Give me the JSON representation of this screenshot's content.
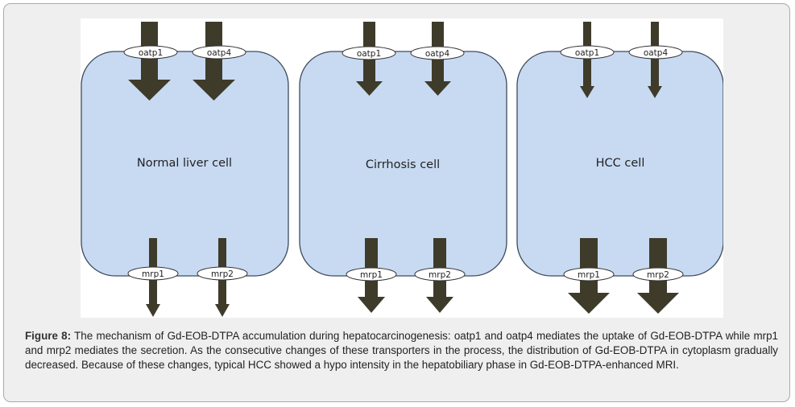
{
  "figure": {
    "cells": [
      {
        "name": "Normal liver cell",
        "transporters": {
          "in": [
            "oatp1",
            "oatp4"
          ],
          "out": [
            "mrp1",
            "mrp2"
          ]
        },
        "arrow_size": {
          "in": "large",
          "out": "small"
        }
      },
      {
        "name": "Cirrhosis cell",
        "transporters": {
          "in": [
            "oatp1",
            "oatp4"
          ],
          "out": [
            "mrp1",
            "mrp2"
          ]
        },
        "arrow_size": {
          "in": "medium",
          "out": "medium"
        }
      },
      {
        "name": "HCC cell",
        "transporters": {
          "in": [
            "oatp1",
            "oatp4"
          ],
          "out": [
            "mrp1",
            "mrp2"
          ]
        },
        "arrow_size": {
          "in": "small",
          "out": "large"
        }
      }
    ],
    "colors": {
      "cell_fill": "#c8daf2",
      "cell_stroke": "#3d4a5c",
      "arrow": "#3f3b2a"
    }
  },
  "caption": {
    "label": "Figure 8:",
    "text": " The mechanism of Gd-EOB-DTPA accumulation during hepatocarcinogenesis: oatp1 and oatp4 mediates the uptake of Gd-EOB-DTPA while mrp1 and mrp2 mediates the secretion. As the consecutive changes of these transporters in the process, the distribution of Gd-EOB-DTPA in cytoplasm gradually decreased. Because of these changes, typical HCC showed a hypo intensity in the hepatobiliary phase in Gd-EOB-DTPA-enhanced MRI."
  }
}
